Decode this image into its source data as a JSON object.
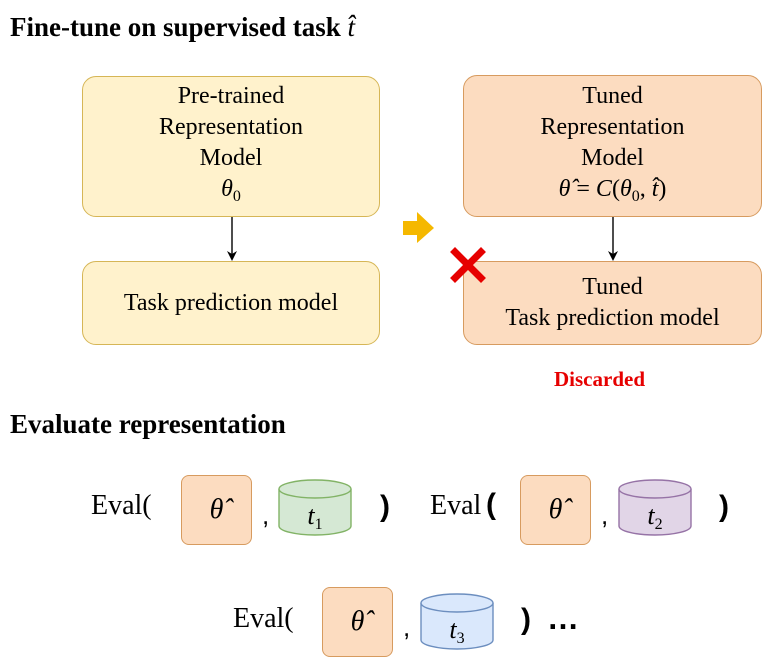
{
  "finetune": {
    "heading": "Fine-tune on supervised task",
    "heading_task": "t̂"
  },
  "pretrained_box": {
    "line1": "Pre-trained",
    "line2": "Representation",
    "line3": "Model",
    "param": "θ",
    "param_sub": "0"
  },
  "task_box_left": {
    "label": "Task prediction model"
  },
  "tuned_box": {
    "line1": "Tuned",
    "line2": "Representation",
    "line3": "Model",
    "formula_lhs": "θ̂",
    "formula_eq": " = ",
    "formula_func": "C",
    "formula_open": "(",
    "formula_theta": "θ",
    "formula_theta_sub": "0",
    "formula_comma": ", ",
    "formula_t": "t̂",
    "formula_close": ")"
  },
  "tuned_task_box": {
    "line1": "Tuned",
    "line2": "Task prediction model"
  },
  "discarded_label": "Discarded",
  "evaluate": {
    "heading": "Evaluate representation"
  },
  "evals": [
    {
      "prefix": "Eval(",
      "theta": "θ̂",
      "comma": ",",
      "task": "t",
      "task_sub": "1",
      "close": ")",
      "suffix": ""
    },
    {
      "prefix": "Eval",
      "theta": "θ̂",
      "comma": ",",
      "task": "t",
      "task_sub": "2",
      "close": ")",
      "suffix": ""
    },
    {
      "prefix": "Eval(",
      "theta": "θ̂",
      "comma": ",",
      "task": "t",
      "task_sub": "3",
      "close": ")",
      "suffix": "…"
    }
  ],
  "colors": {
    "yellow_fill": "#fff2cc",
    "orange_fill": "#fcdcc0",
    "green_cylinder": "#d5e8d4",
    "purple_cylinder": "#e1d5e7",
    "blue_cylinder": "#dae8fc",
    "arrow": "#f5b800",
    "cross": "#e60000"
  }
}
